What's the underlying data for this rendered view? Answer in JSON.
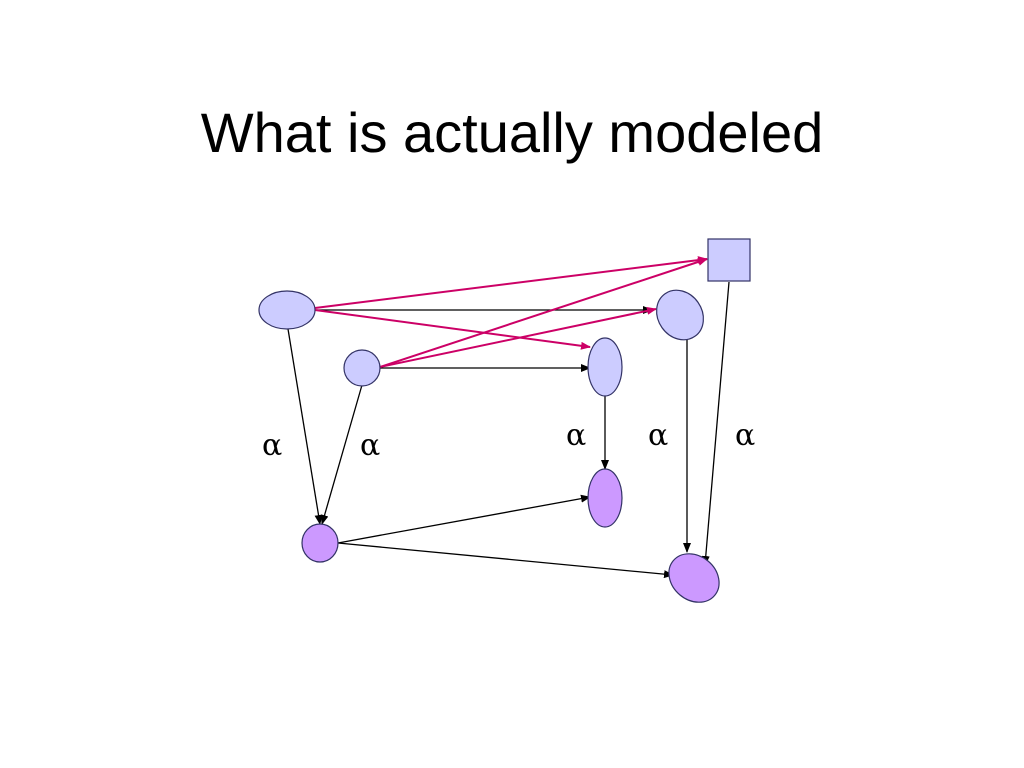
{
  "slide": {
    "title": "What is actually modeled"
  },
  "diagram": {
    "labels": {
      "alpha_1": "α",
      "alpha_2": "α",
      "alpha_3": "α",
      "alpha_4": "α",
      "alpha_5": "α"
    },
    "colors": {
      "light_node_fill": "#ccccff",
      "dark_node_fill": "#cc99ff",
      "node_stroke": "#333366",
      "black_edge": "#000000",
      "magenta_edge": "#cc0066"
    }
  }
}
